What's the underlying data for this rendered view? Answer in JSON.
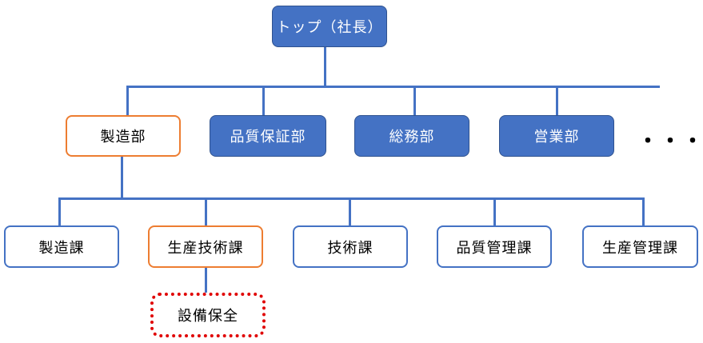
{
  "org": {
    "top": "トップ（社長）",
    "departments": [
      "製造部",
      "品質保証部",
      "総務部",
      "営業部"
    ],
    "more": "・・・",
    "sections": [
      "製造課",
      "生産技術課",
      "技術課",
      "品質管理課",
      "生産管理課"
    ],
    "sub_item": "設備保全"
  }
}
